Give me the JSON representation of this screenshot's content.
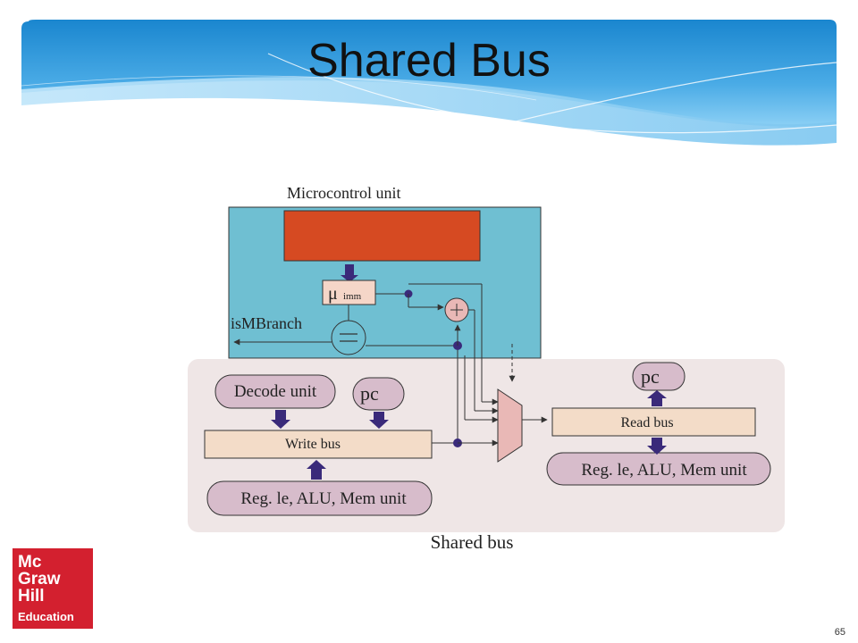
{
  "slide": {
    "title": "Shared Bus",
    "page_number": "65"
  },
  "diagram": {
    "microcontrol_label": "Microcontrol unit",
    "mu_label": "μ",
    "imm_label": "imm",
    "ismbranch_label": "isMBranch",
    "decode_unit_label": "Decode unit",
    "pc_left_label": "pc",
    "pc_right_label": "pc",
    "write_bus_label": "Write bus",
    "read_bus_label": "Read bus",
    "reg_left_label": "Reg. le, ALU, Mem unit",
    "reg_right_label": "Reg. le, ALU, Mem unit",
    "shared_bus_label": "Shared bus"
  },
  "logo": {
    "lines": [
      "Mc",
      "Graw",
      "Hill",
      "Education"
    ]
  },
  "colors": {
    "header_blue": "#1f8fd6",
    "control_panel": "#6fbfd2",
    "rom_block": "#d64a22",
    "bus_panel": "#efe6e6",
    "pill_fill": "#d7bccb",
    "bus_fill": "#f3dcc8",
    "mux_fill": "#e9b8b6",
    "arrow_fill": "#3a2a7a",
    "logo_red": "#d3202f"
  }
}
